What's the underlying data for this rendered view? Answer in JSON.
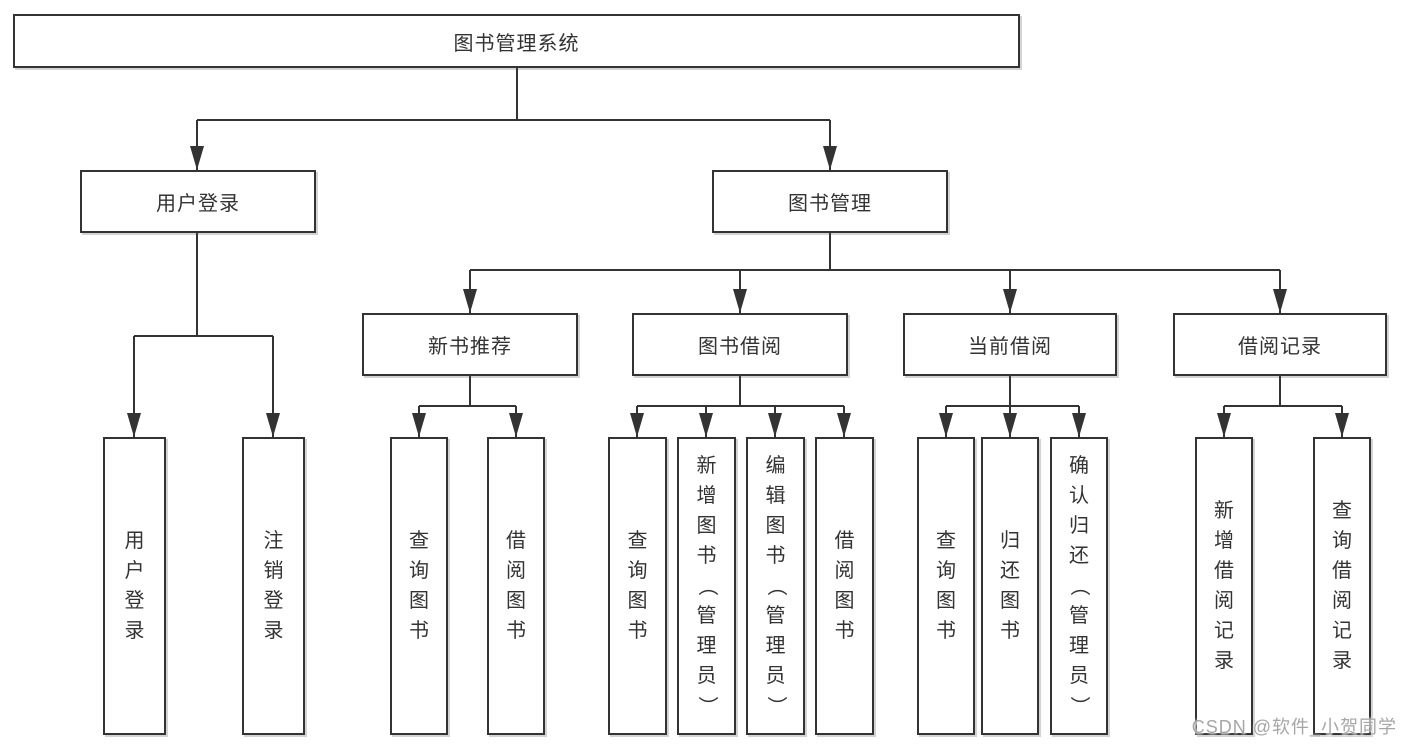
{
  "tree": {
    "root": {
      "label": "图书管理系统"
    },
    "user_login": {
      "label": "用户登录",
      "children": [
        {
          "label": "用户登录"
        },
        {
          "label": "注销登录"
        }
      ]
    },
    "book_mgmt": {
      "label": "图书管理"
    },
    "new_book_rec": {
      "label": "新书推荐",
      "children": [
        {
          "label": "查询图书"
        },
        {
          "label": "借阅图书"
        }
      ]
    },
    "book_borrow": {
      "label": "图书借阅",
      "children": [
        {
          "label": "查询图书"
        },
        {
          "label": "新增图书（管理员）"
        },
        {
          "label": "编辑图书（管理员）"
        },
        {
          "label": "借阅图书"
        }
      ]
    },
    "current_borrow": {
      "label": "当前借阅",
      "children": [
        {
          "label": "查询图书"
        },
        {
          "label": "归还图书"
        },
        {
          "label": "确认归还（管理员）"
        }
      ]
    },
    "borrow_records": {
      "label": "借阅记录",
      "children": [
        {
          "label": "新增借阅记录"
        },
        {
          "label": "查询借阅记录"
        }
      ]
    }
  },
  "watermark": "CSDN @软件_小贺同学",
  "colors": {
    "line": "#333333",
    "border": "#333333",
    "text": "#333333",
    "background": "#ffffff",
    "watermark": "#a6a6a6"
  }
}
